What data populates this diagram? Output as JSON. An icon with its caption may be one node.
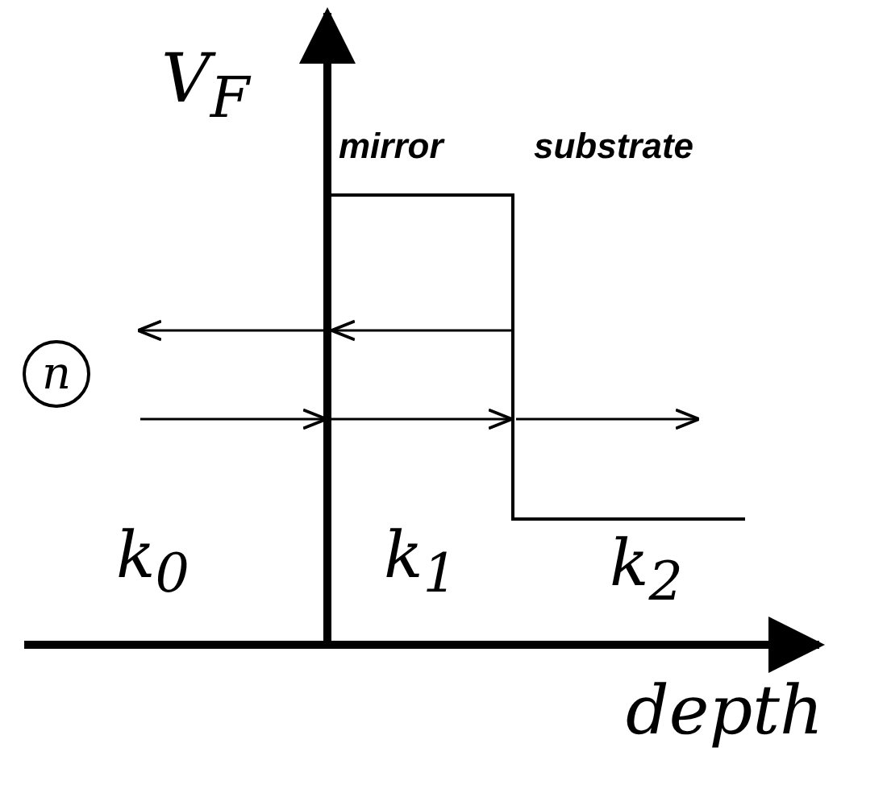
{
  "diagram": {
    "nodes": [
      {
        "text": [
          "n"
        ]
      }
    ],
    "edges": [],
    "labels": [
      "V$_{F}$",
      "mirror",
      "substrate",
      "k$_{0}$",
      "k$_{1}$",
      "k$_{2}$",
      "depth"
    ]
  }
}
